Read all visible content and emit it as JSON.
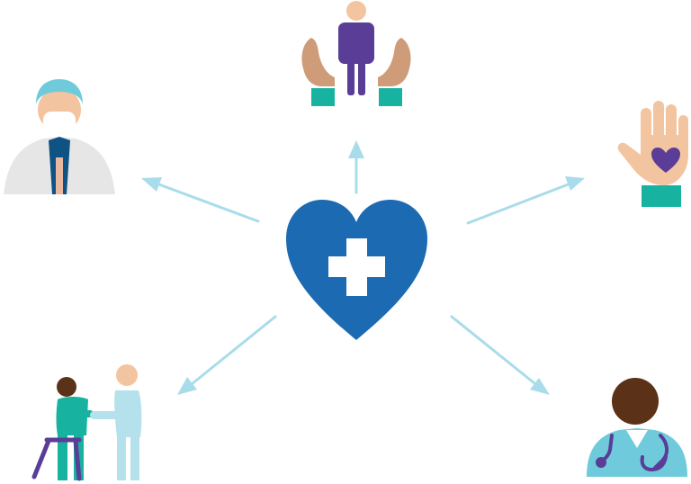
{
  "diagram": {
    "center": {
      "icon": "heart-medical-cross-icon"
    },
    "nodes": [
      {
        "id": "top",
        "icon": "person-in-hands-icon"
      },
      {
        "id": "upper-left",
        "icon": "masked-clinician-icon"
      },
      {
        "id": "upper-right",
        "icon": "hand-with-heart-icon"
      },
      {
        "id": "lower-left",
        "icon": "caregiver-with-walker-patient-icon"
      },
      {
        "id": "lower-right",
        "icon": "doctor-with-stethoscope-icon"
      }
    ]
  },
  "colors": {
    "heart": "#1b6ab2",
    "arrow": "#a9dcea",
    "purple": "#5a3d96",
    "teal": "#17b3a0",
    "skin": "#f3c4a0",
    "hand": "#cf9c7a",
    "dark_skin": "#5b3218",
    "coat": "#e6e6e6",
    "scrubs": "#6fcbdb",
    "light_blue": "#b4e1ec",
    "navy": "#0f5384"
  }
}
